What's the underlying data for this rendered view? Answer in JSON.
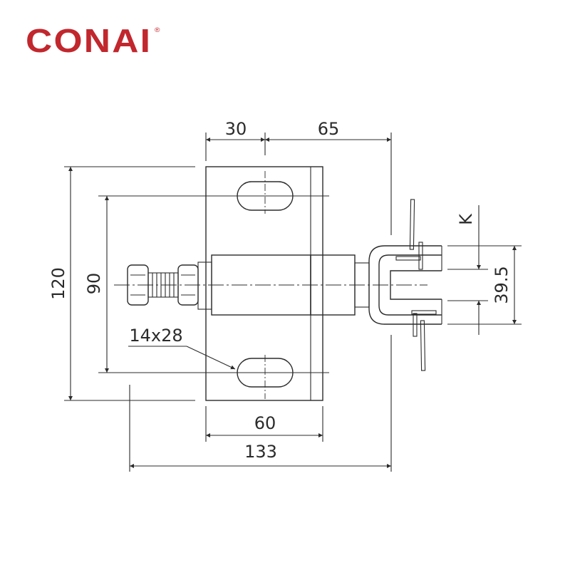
{
  "brand": {
    "logo_text": "CONAI",
    "registered_mark": "®",
    "color": "#c1272d"
  },
  "dimensions": {
    "d30": "30",
    "d65": "65",
    "d120": "120",
    "d90": "90",
    "slot": "14x28",
    "d60": "60",
    "d133": "133",
    "k": "K",
    "d39_5": "39.5"
  }
}
